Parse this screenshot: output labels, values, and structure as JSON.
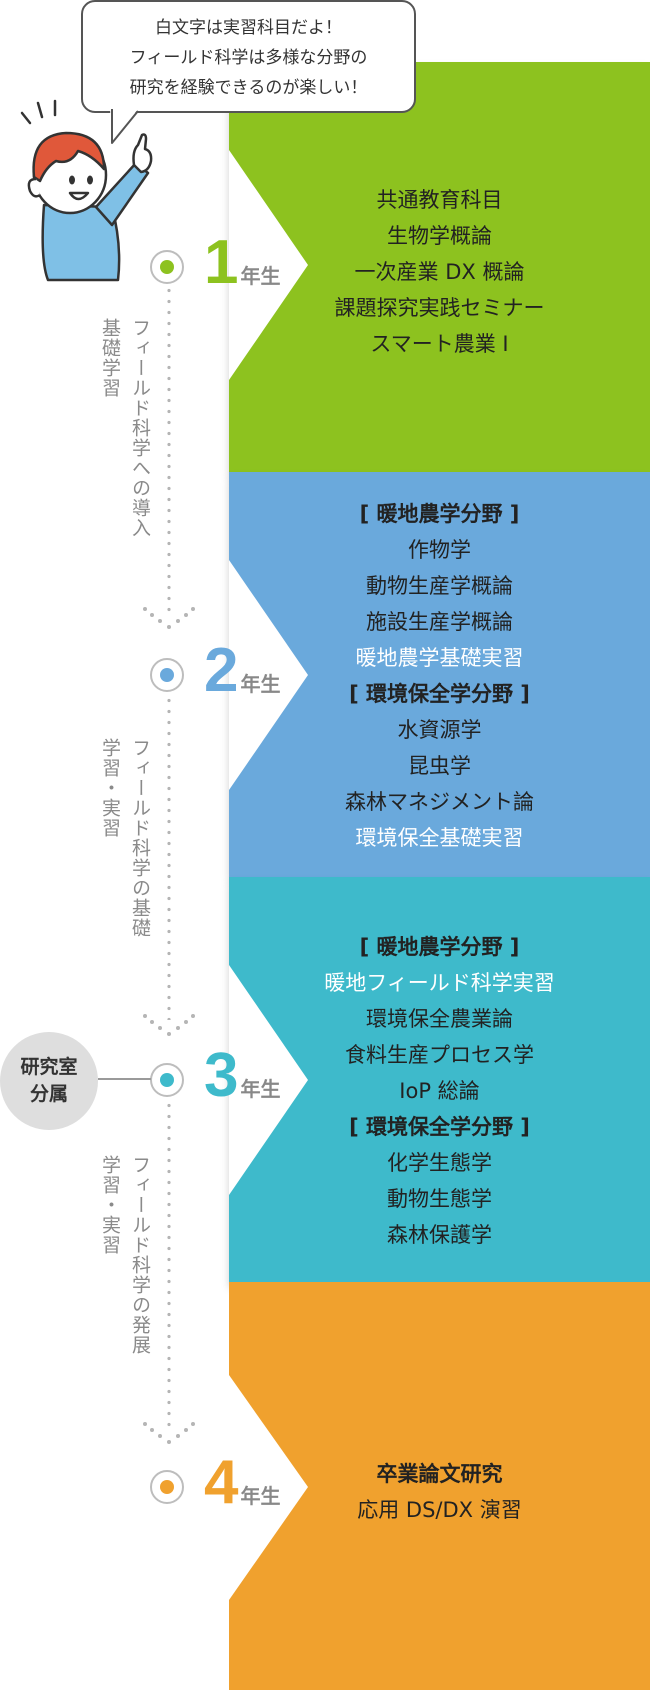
{
  "bubble": {
    "lines": [
      "白文字は実習科目だよ！",
      "フィールド科学は多様な分野の",
      "研究を経験できるのが楽しい！"
    ]
  },
  "years": [
    {
      "num": "1",
      "unit": "年生",
      "color": "#8dc21f",
      "courses": [
        "共通教育科目",
        "生物学概論",
        "一次産業 DX 概論",
        "課題探究実践セミナー",
        "スマート農業 I"
      ]
    },
    {
      "num": "2",
      "unit": "年生",
      "color": "#6aa9dc",
      "courses": [
        "[ 暖地農学分野 ]",
        "作物学",
        "動物生産学概論",
        "施設生産学概論",
        "暖地農学基礎実習",
        "[ 環境保全学分野 ]",
        "水資源学",
        "昆虫学",
        "森林マネジメント論",
        "環境保全基礎実習"
      ]
    },
    {
      "num": "3",
      "unit": "年生",
      "color": "#3ebacb",
      "courses": [
        "[ 暖地農学分野 ]",
        "暖地フィールド科学実習",
        "環境保全農業論",
        "食料生産プロセス学",
        "IoP 総論",
        "[ 環境保全学分野 ]",
        "化学生態学",
        "動物生態学",
        "森林保護学"
      ]
    },
    {
      "num": "4",
      "unit": "年生",
      "color": "#f0a12e",
      "courses": [
        "卒業論文研究",
        "応用 DS/DX 演習"
      ]
    }
  ],
  "stages": [
    {
      "main": "フィールド科学への導入",
      "sub": "基礎学習"
    },
    {
      "main": "フィールド科学の基礎",
      "sub": "学習・実習"
    },
    {
      "main": "フィールド科学の発展",
      "sub": "学習・実習"
    }
  ],
  "lab": {
    "line1": "研究室",
    "line2": "分属"
  }
}
